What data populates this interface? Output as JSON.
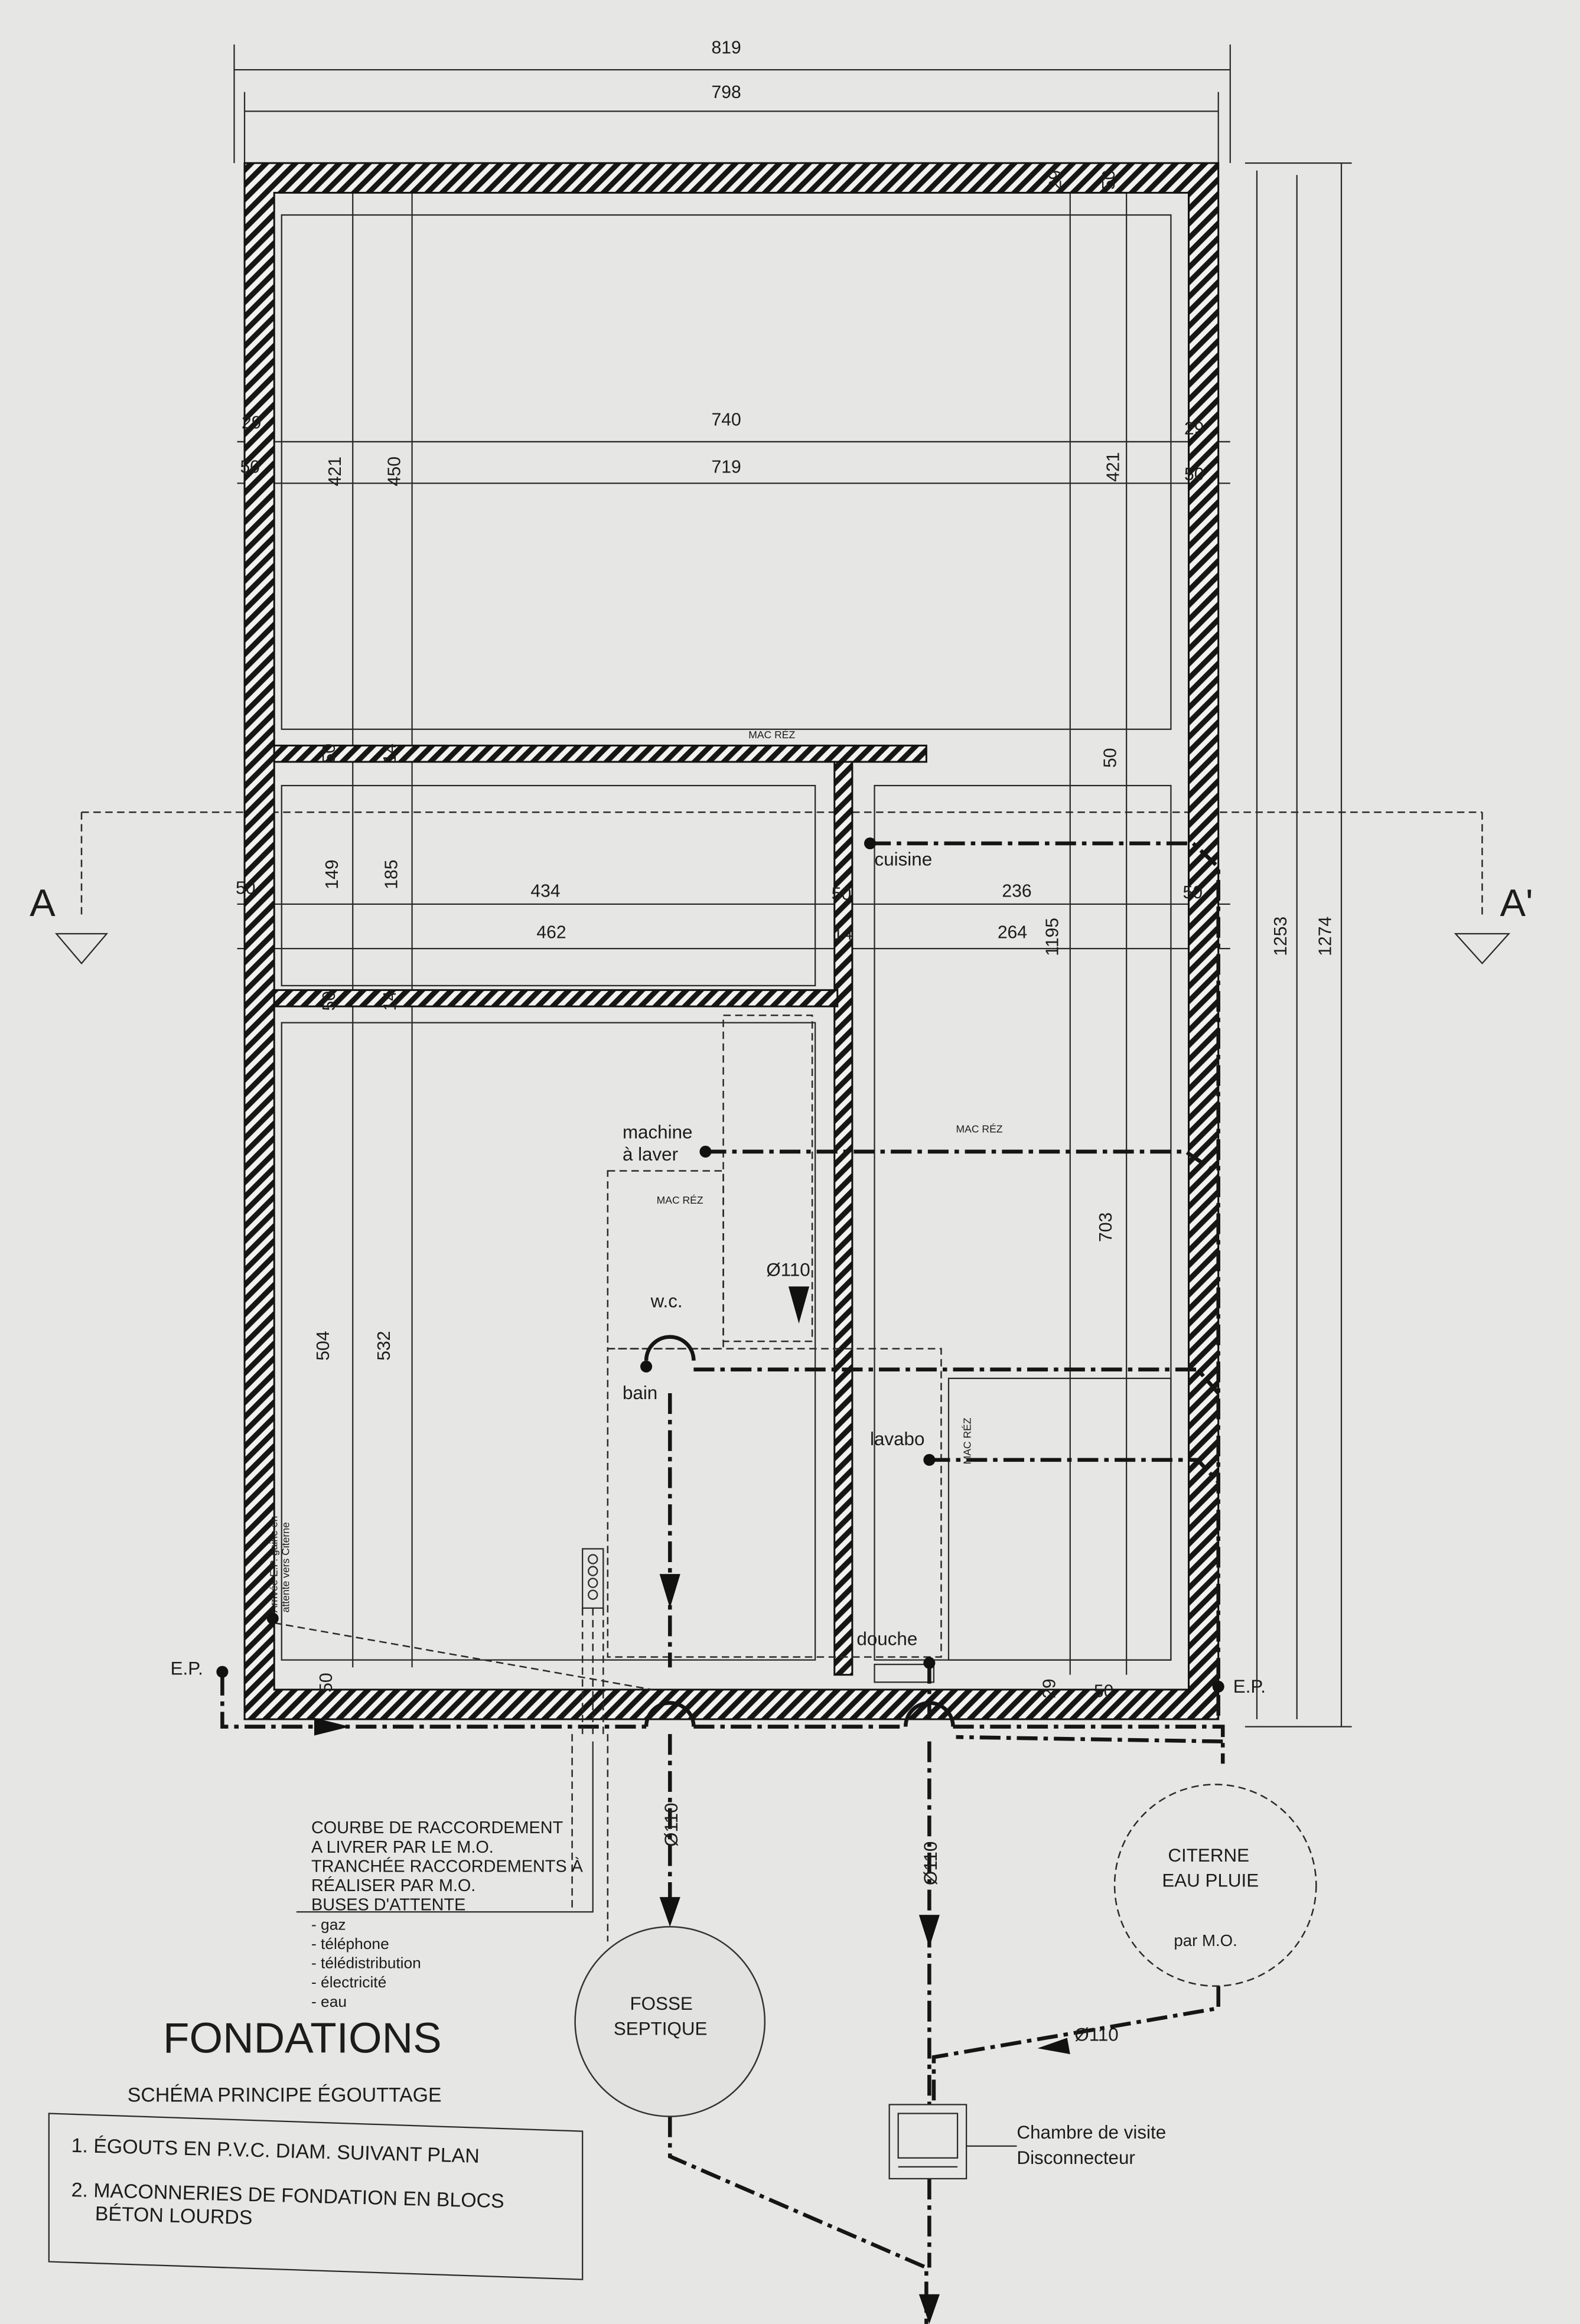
{
  "title": "FONDATIONS",
  "subtitle": "SCHÉMA PRINCIPE ÉGOUTTAGE",
  "notes": [
    "1. ÉGOUTS EN P.V.C. DIAM. SUIVANT PLAN",
    "2. MACONNERIES DE FONDATION EN BLOCS",
    "BÉTON LOURDS"
  ],
  "connection_note": [
    "COURBE DE RACCORDEMENT",
    "A LIVRER PAR LE M.O.",
    "TRANCHÉE RACCORDEMENTS À",
    "RÉALISER PAR M.O.",
    "BUSES D'ATTENTE"
  ],
  "services": [
    "- gaz",
    "- téléphone",
    "- télédistribution",
    "- électricité",
    "- eau"
  ],
  "section_labels": {
    "left": "A",
    "right": "A'"
  },
  "rooms": {
    "cuisine": "cuisine",
    "machine_line1": "machine",
    "machine_line2": "à laver",
    "wc": "w.c.",
    "bain": "bain",
    "lavabo": "lavabo",
    "douche": "douche",
    "ep_left": "E.P.",
    "ep_right": "E.P."
  },
  "mac_rez": "MAC RÉZ",
  "pipe_diameter": "Ø110",
  "ep_arrival_note": [
    "Arrivée E.P. gaine en",
    "attente vers Citerne"
  ],
  "fosse": [
    "FOSSE",
    "SEPTIQUE"
  ],
  "citerne": [
    "CITERNE",
    "EAU PLUIE",
    "par M.O."
  ],
  "chambre": [
    "Chambre de visite",
    "Disconnecteur"
  ],
  "dims": [
    "819",
    "798",
    "740",
    "719",
    "29",
    "50",
    "29",
    "50",
    "421",
    "450",
    "421",
    "29",
    "50",
    "50",
    "14",
    "50",
    "149",
    "185",
    "50",
    "434",
    "50",
    "236",
    "50",
    "462",
    "14",
    "264",
    "1195",
    "50",
    "14",
    "504",
    "532",
    "703",
    "1253",
    "1274",
    "50",
    "29",
    "50"
  ]
}
